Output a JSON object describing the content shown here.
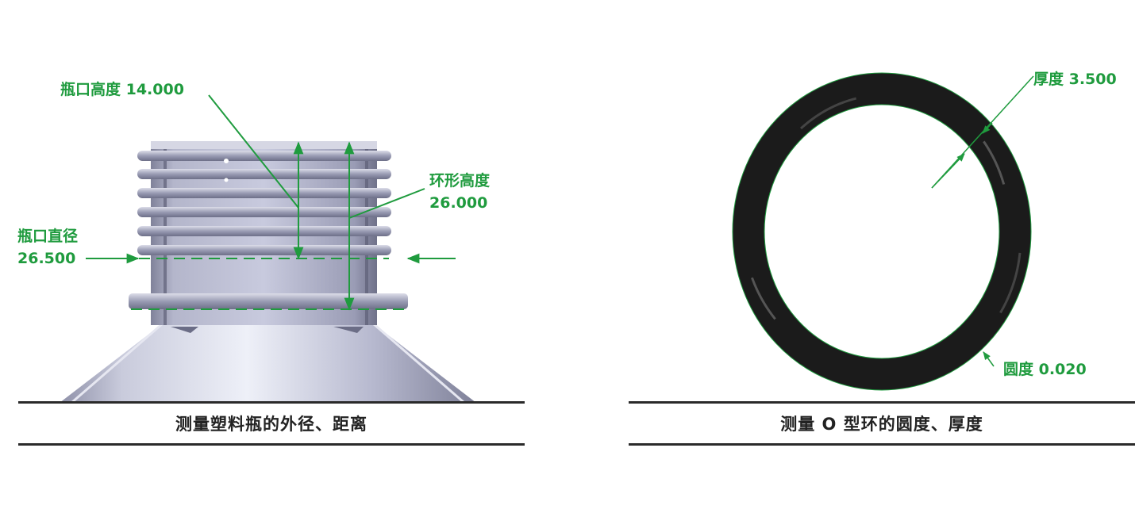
{
  "colors": {
    "annotation_green": "#1f9b3e",
    "caption_text": "#222222",
    "rule_line": "#2a2a2a",
    "bottle_gray": "#a9abc4",
    "oring_black": "#1b1b1b"
  },
  "left_panel": {
    "subject": "plastic-bottle-neck",
    "annotations": {
      "neck_height": {
        "label": "瓶口高度 14.000"
      },
      "ring_height": {
        "label_line1": "环形高度",
        "label_line2": "26.000"
      },
      "neck_diameter": {
        "label_line1": "瓶口直径",
        "label_line2": "26.500"
      }
    },
    "caption": "测量塑料瓶的外径、距离"
  },
  "right_panel": {
    "subject": "o-ring",
    "annotations": {
      "thickness": {
        "label": "厚度 3.500"
      },
      "roundness": {
        "label": "圆度 0.020"
      }
    },
    "caption": "测量 O 型环的圆度、厚度"
  }
}
